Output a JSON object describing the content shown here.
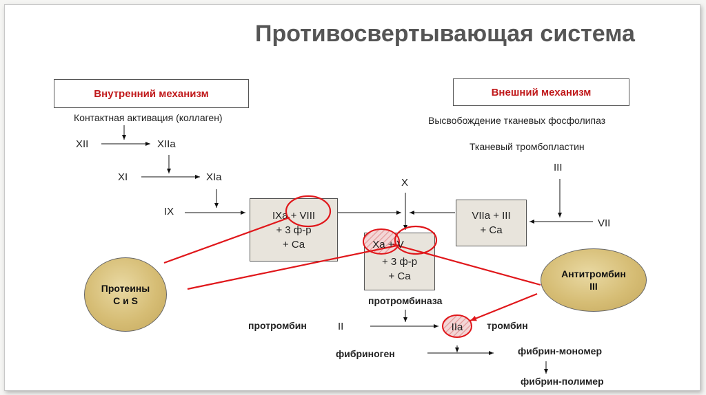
{
  "title": "Противосвертывающая система",
  "intrinsic": {
    "header": "Внутренний механизм",
    "contact": "Контактная активация (коллаген)",
    "xii": "XII",
    "xiia": "XIIa",
    "xi": "XI",
    "xia": "XIa",
    "ix": "IX"
  },
  "extrinsic": {
    "header": "Внешний механизм",
    "release": "Высвобождение тканевых фосфолипаз",
    "thromboplastin": "Тканевый тромбопластин",
    "iii": "III",
    "vii": "VII"
  },
  "boxes": {
    "ixa": [
      "IXa + VIII",
      "+ 3 ф-р",
      "+ Ca"
    ],
    "xa": [
      "Xa + V",
      "+ 3 ф-р",
      "+ Ca"
    ],
    "viia": [
      "VIIa + III",
      "+ Ca"
    ]
  },
  "x_label": "X",
  "prothrombinase": "протромбиназа",
  "prothrombin": "протромбин",
  "ii": "II",
  "iia": "IIa",
  "thrombin": "тромбин",
  "fibrinogen": "фибриноген",
  "fibrin_monomer": "фибрин-мономер",
  "fibrin_polymer": "фибрин-полимер",
  "proteins": [
    "Протеины",
    "C и S"
  ],
  "antithrombin": [
    "Антитромбин",
    "III"
  ],
  "colors": {
    "accent_red": "#e0171b",
    "title_gray": "#555555",
    "box_fill": "#e8e4dc",
    "oval_fill": "#d6bd75"
  }
}
